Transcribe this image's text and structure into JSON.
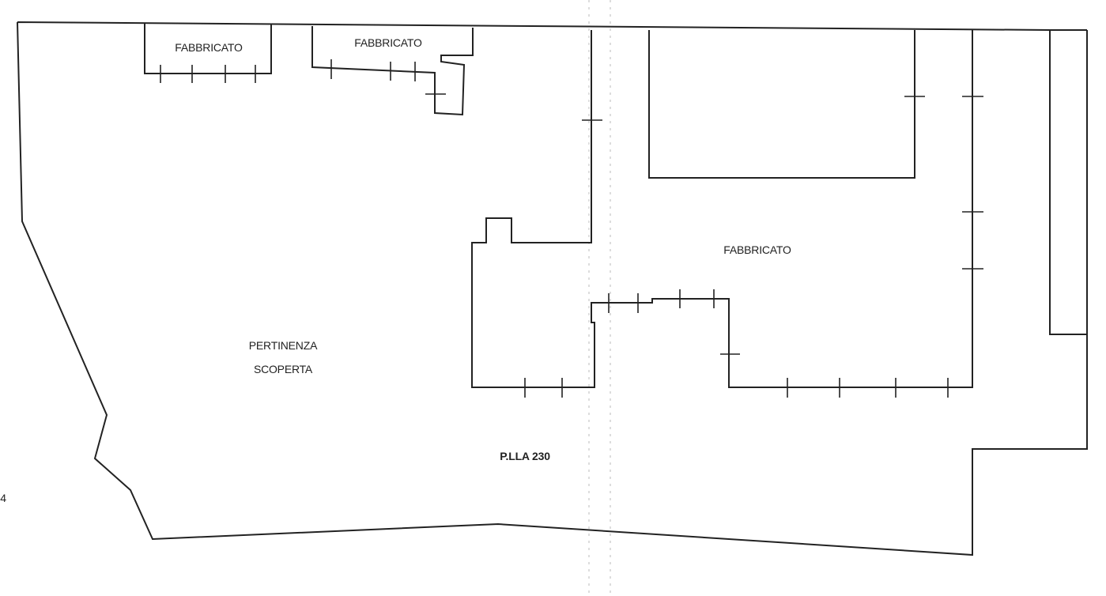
{
  "labels": {
    "building_1": "FABBRICATO",
    "building_2": "FABBRICATO",
    "building_3": "FABBRICATO",
    "open_area_line1": "PERTINENZA",
    "open_area_line2": "SCOPERTA",
    "parcel": "P.LLA 230",
    "margin_number": "4"
  }
}
